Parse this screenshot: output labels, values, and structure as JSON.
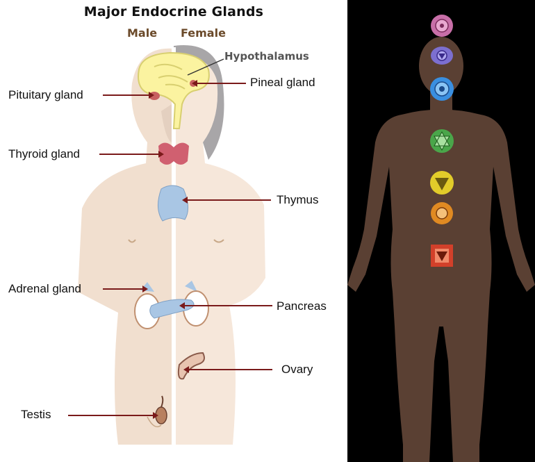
{
  "diagram": {
    "title": "Major Endocrine Glands",
    "male_label": "Male",
    "female_label": "Female",
    "labels": {
      "hypothalamus": "Hypothalamus",
      "pineal": "Pineal gland",
      "pituitary": "Pituitary gland",
      "thyroid": "Thyroid gland",
      "thymus": "Thymus",
      "adrenal": "Adrenal gland",
      "pancreas": "Pancreas",
      "ovary": "Ovary",
      "testis": "Testis"
    }
  },
  "chakras": {
    "icons": [
      "crown-chakra",
      "third-eye-chakra",
      "throat-chakra",
      "heart-chakra",
      "solar-plexus-chakra",
      "sacral-chakra",
      "root-chakra"
    ],
    "colors": [
      "#c86fa8",
      "#7c6fd0",
      "#3a8fe0",
      "#4aa64a",
      "#e2cc2a",
      "#e08a22",
      "#d2402a"
    ]
  }
}
